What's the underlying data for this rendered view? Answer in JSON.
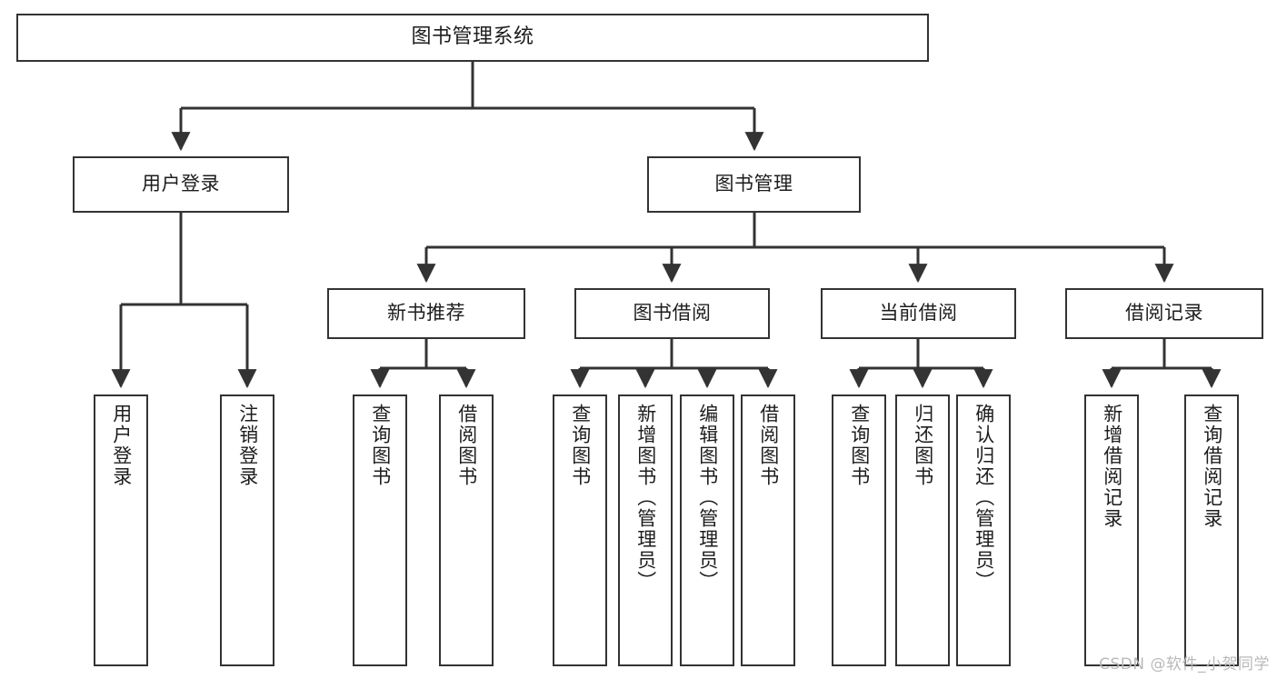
{
  "diagram": {
    "title": "图书管理系统",
    "type": "tree-hierarchy-diagram",
    "watermark": "CSDN @软件_小贺同学",
    "colors": {
      "box_border": "#333333",
      "box_fill": "#ffffff",
      "edge": "#333333",
      "text": "#1d1d1d",
      "watermark": "#b9b9b9",
      "background": "#ffffff"
    }
  },
  "nodes": {
    "root": {
      "label": "图书管理系统"
    },
    "level2": [
      {
        "id": "user-login",
        "label": "用户登录"
      },
      {
        "id": "book-management",
        "label": "图书管理"
      }
    ],
    "level3": [
      {
        "id": "new-book-recommend",
        "label": "新书推荐"
      },
      {
        "id": "book-borrow",
        "label": "图书借阅"
      },
      {
        "id": "current-borrow",
        "label": "当前借阅"
      },
      {
        "id": "borrow-record",
        "label": "借阅记录"
      }
    ],
    "leaves": {
      "user-login": [
        {
          "id": "leaf-user-login",
          "label": "用户登录"
        },
        {
          "id": "leaf-user-logout",
          "label": "注销登录"
        }
      ],
      "new-book-recommend": [
        {
          "id": "leaf-query-book-1",
          "label": "查询图书"
        },
        {
          "id": "leaf-borrow-book-1",
          "label": "借阅图书"
        }
      ],
      "book-borrow": [
        {
          "id": "leaf-query-book-2",
          "label": "查询图书"
        },
        {
          "id": "leaf-add-book",
          "label": "新增图书（管理员）"
        },
        {
          "id": "leaf-edit-book",
          "label": "编辑图书（管理员）"
        },
        {
          "id": "leaf-borrow-book-2",
          "label": "借阅图书"
        }
      ],
      "current-borrow": [
        {
          "id": "leaf-query-book-3",
          "label": "查询图书"
        },
        {
          "id": "leaf-return-book",
          "label": "归还图书"
        },
        {
          "id": "leaf-confirm-return",
          "label": "确认归还（管理员）"
        }
      ],
      "borrow-record": [
        {
          "id": "leaf-add-record",
          "label": "新增借阅记录"
        },
        {
          "id": "leaf-query-record",
          "label": "查询借阅记录"
        }
      ]
    }
  }
}
